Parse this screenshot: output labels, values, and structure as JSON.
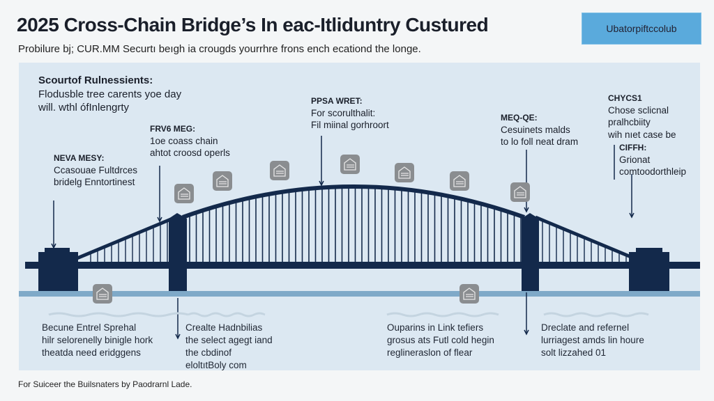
{
  "header": {
    "title": "2025 Cross-Chain Bridge’s In eac-Itliduntry Custured",
    "subtitle": "Probilure bj; CUR.MM Securtı beıgh ia crougds yourrhre frons ench ecationd the longe.",
    "logo_text": "Ubatorpiftccolub"
  },
  "intro": {
    "heading": "Scourtof Rulnessients:",
    "lines": [
      "Flodusble tree carents yoe day",
      "will. wthl ófInlengrty"
    ]
  },
  "annotations": [
    {
      "heading": "FRV6 MEG:",
      "lines": [
        "1oe coass chain",
        "ahtot croosd operls"
      ]
    },
    {
      "heading": "NEVA MESY:",
      "lines": [
        "Ccasouae Fultdrces",
        "bridelg Enntortinest"
      ]
    },
    {
      "heading": "PPSA WRET:",
      "lines": [
        "For scorulthalit:",
        "Fil miinal gorhroort"
      ]
    },
    {
      "heading": "MEQ-QE:",
      "lines": [
        "Cesuinets malds",
        "to lo foll neat dram"
      ]
    },
    {
      "heading": "CHYCS1",
      "lines": [
        "Chose sclicnal",
        "pralhcbiity",
        "wih nıet case be"
      ]
    },
    {
      "heading": "CIFFH:",
      "lines": [
        "Grionat",
        "comtoodorthleip"
      ]
    }
  ],
  "bottom": [
    {
      "lines": [
        "Becune Entrel Sprehal",
        "hilr selorenelly binigle hork",
        "theatda need eridggens"
      ]
    },
    {
      "lines": [
        "Crealte Hadnbilias",
        "the select agegt iand",
        "the cbdinof",
        "eloltıtBoly com"
      ]
    },
    {
      "lines": [
        "Ouparins in Link tefiers",
        "grosus ats Futl cold hegin",
        "reglineraslon of flear"
      ]
    },
    {
      "lines": [
        "Dreclate and refernel",
        "lurriagest amds lin houre",
        "solt lizzahed 01"
      ]
    }
  ],
  "footer": "For Suiceer the Builsnaters by Paodrarnl Lade.",
  "colors": {
    "navy": "#13294b",
    "panel": "#dce8f2",
    "water": "#7fa9c8",
    "icon": "#8a8d90",
    "logo": "#5aaadc"
  }
}
